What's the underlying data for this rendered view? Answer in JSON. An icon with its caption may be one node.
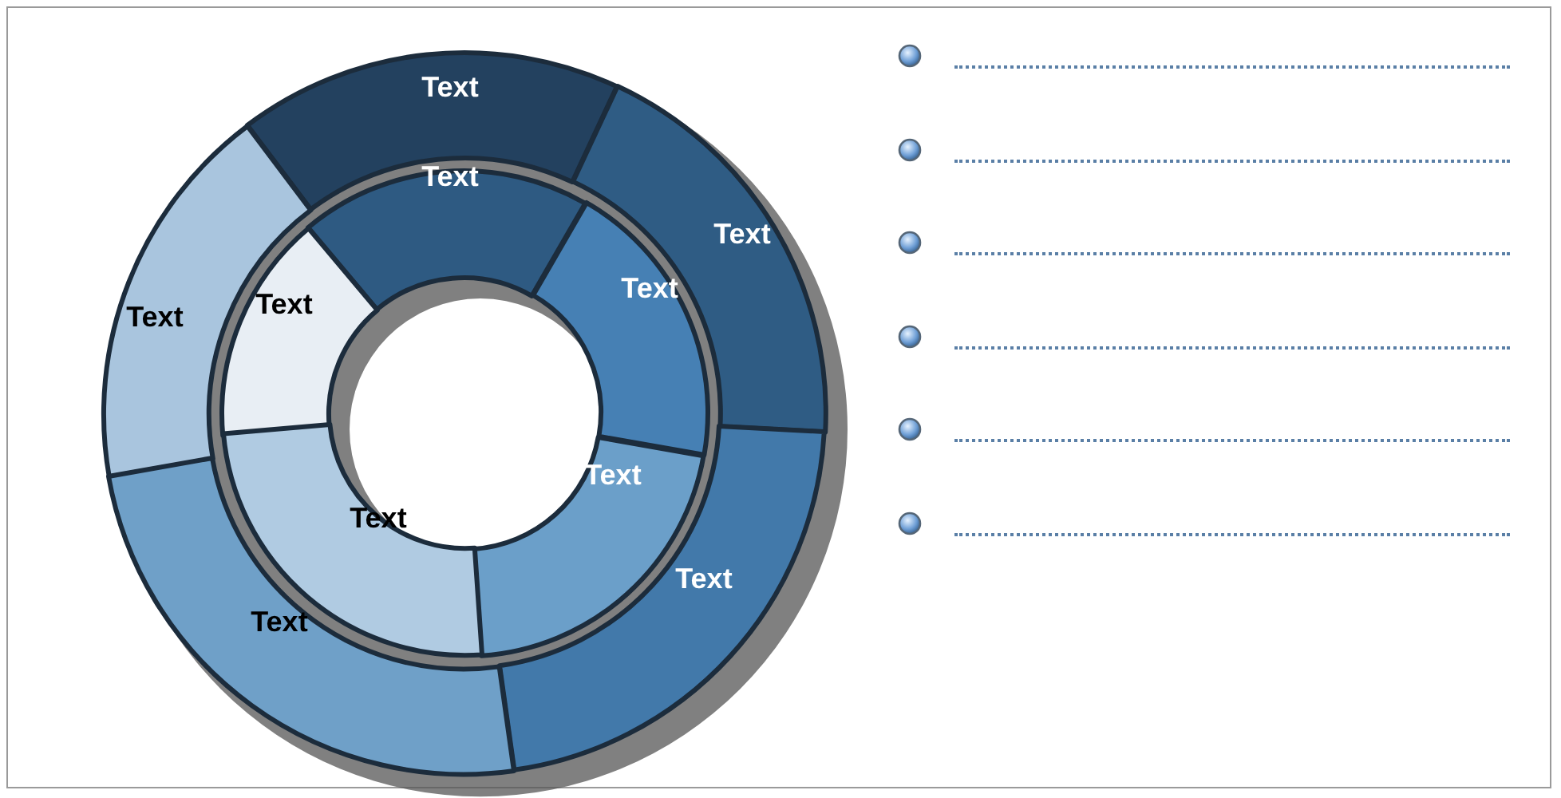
{
  "diagram": {
    "nodes": [
      {
        "text": [
          "Text"
        ]
      },
      {
        "text": [
          "Text"
        ]
      },
      {
        "text": [
          "Text"
        ]
      },
      {
        "text": [
          "Text"
        ]
      },
      {
        "text": [
          "Text"
        ]
      },
      {
        "text": [
          "Text"
        ]
      },
      {
        "text": [
          "Text"
        ]
      },
      {
        "text": [
          "Text"
        ]
      },
      {
        "text": [
          "Text"
        ]
      },
      {
        "text": [
          "Text"
        ]
      }
    ]
  }
}
